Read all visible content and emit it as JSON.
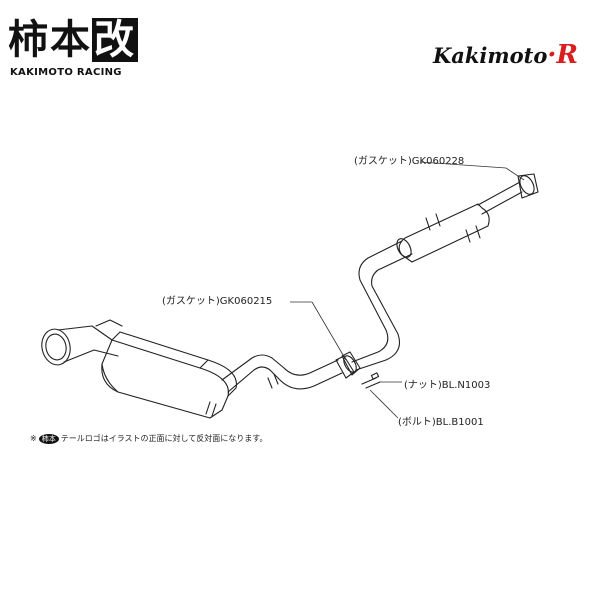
{
  "brand": {
    "kanji_1": "柿本",
    "kanji_2": "改",
    "subtitle": "KAKIMOTO RACING",
    "right_logo_text": "Kakimoto",
    "right_logo_mark": "·R",
    "accent_color": "#d81e1e"
  },
  "parts": {
    "gasket_top": "(ガスケット)GK060228",
    "gasket_mid": "(ガスケット)GK060215",
    "nut": "(ナット)BL.N1003",
    "bolt": "(ボルト)BL.B1001"
  },
  "note": {
    "prefix": "※",
    "badge": "柿本",
    "text": "テールロゴはイラストの正面に対して反対面になります。"
  }
}
